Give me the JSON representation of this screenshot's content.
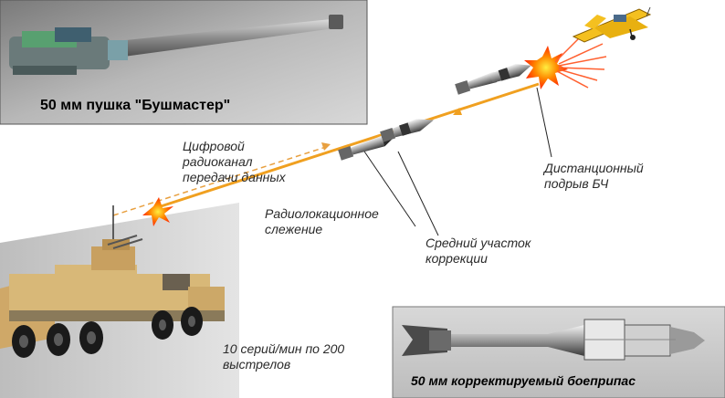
{
  "cannon_panel": {
    "caption": "50 мм пушка \"Бушмастер\""
  },
  "shell_panel": {
    "caption": "50 мм корректируемый боеприпас"
  },
  "labels": {
    "datalink": [
      "Цифровой",
      "радиоканал",
      "передачи данных"
    ],
    "radar": [
      "Радиолокационное",
      "слежение"
    ],
    "midcourse": [
      "Средний участок",
      "коррекции"
    ],
    "detonation": [
      "Дистанционный",
      "подрыв БЧ"
    ],
    "firerate": [
      "10 серий/мин по 200",
      "выстрелов"
    ]
  },
  "icons": [
    "cannon-icon",
    "truck-icon",
    "projectile-icon",
    "aircraft-icon",
    "explosion-icon",
    "muzzle-flash-icon"
  ],
  "colors": {
    "trajectory": "#f0a020",
    "datalink": "#e8a040",
    "truck": "#d8b878",
    "explosion": "#ff3a00",
    "panel_bg": "#a8a8a8"
  }
}
